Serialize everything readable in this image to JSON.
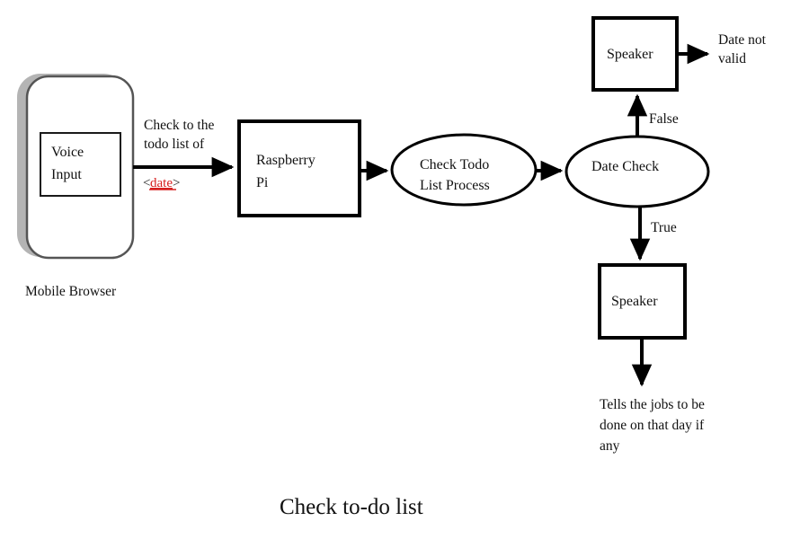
{
  "diagram": {
    "title": "Check to-do list",
    "device": {
      "label": "Mobile Browser",
      "inner_box": {
        "line1": "Voice",
        "line2": "Input"
      }
    },
    "nodes": [
      {
        "id": "voice-input",
        "shape": "rect",
        "line1": "Voice",
        "line2": "Input"
      },
      {
        "id": "raspberry-pi",
        "shape": "rect",
        "line1": "Raspberry",
        "line2": "Pi"
      },
      {
        "id": "check-todo-list-process",
        "shape": "ellipse",
        "line1": "Check Todo",
        "line2": "List Process"
      },
      {
        "id": "date-check",
        "shape": "ellipse",
        "line1": "Date Check",
        "line2": ""
      },
      {
        "id": "speaker-invalid",
        "shape": "rect",
        "line1": "Speaker",
        "line2": ""
      },
      {
        "id": "speaker-valid",
        "shape": "rect",
        "line1": "Speaker",
        "line2": ""
      }
    ],
    "edges": [
      {
        "id": "voice-to-pi",
        "from": "voice-input",
        "to": "raspberry-pi",
        "label_line1": "Check to the",
        "label_line2": "todo list of",
        "token_open": "<",
        "token_word": "date",
        "token_close": ">"
      },
      {
        "id": "pi-to-process",
        "from": "raspberry-pi",
        "to": "check-todo-list-process",
        "label": ""
      },
      {
        "id": "process-to-datecheck",
        "from": "check-todo-list-process",
        "to": "date-check",
        "label": ""
      },
      {
        "id": "datecheck-false",
        "from": "date-check",
        "to": "speaker-invalid",
        "label": "False"
      },
      {
        "id": "datecheck-true",
        "from": "date-check",
        "to": "speaker-valid",
        "label": "True"
      },
      {
        "id": "speaker-invalid-out",
        "from": "speaker-invalid",
        "to": "outcome-invalid",
        "label": ""
      },
      {
        "id": "speaker-valid-out",
        "from": "speaker-valid",
        "to": "outcome-valid",
        "label": ""
      }
    ],
    "outcomes": [
      {
        "id": "outcome-invalid",
        "lines": [
          "Date not",
          "valid"
        ]
      },
      {
        "id": "outcome-valid",
        "lines": [
          "Tells the jobs to be",
          "done on that day if",
          "any"
        ]
      }
    ],
    "colors": {
      "stroke": "#000000",
      "background": "#ffffff",
      "text": "#111111",
      "token_highlight": "#d62020",
      "device_outline": "#555555",
      "device_shadow": "#b4b4b4"
    }
  }
}
